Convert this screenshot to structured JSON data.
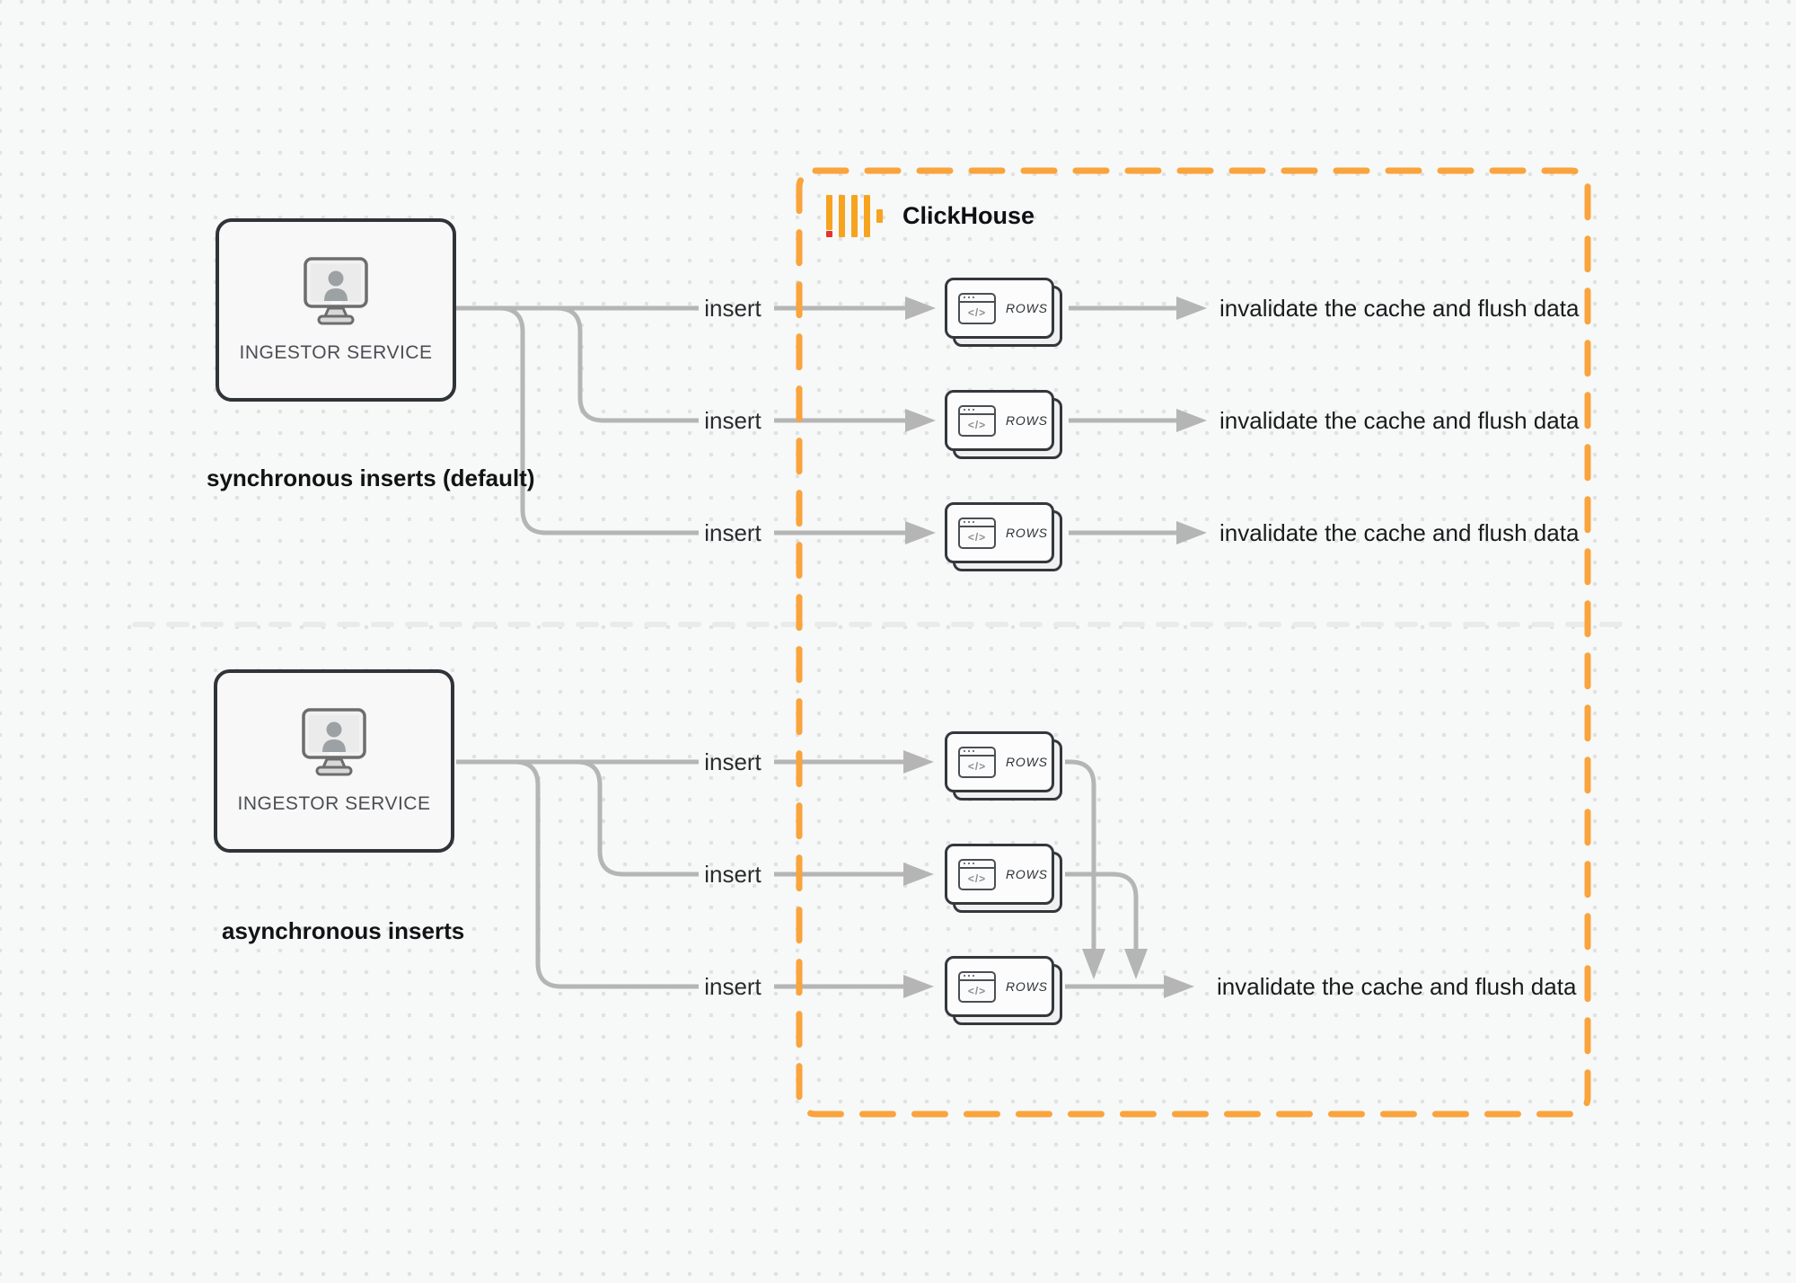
{
  "clickhouse": {
    "title": "ClickHouse"
  },
  "rows_card_glyph": "</>",
  "sync": {
    "section_label": "synchronous inserts (default)",
    "service_label": "INGESTOR SERVICE",
    "rows": [
      {
        "insert": "insert",
        "card": "ROWS",
        "result": "invalidate the cache and flush data"
      },
      {
        "insert": "insert",
        "card": "ROWS",
        "result": "invalidate the cache and flush data"
      },
      {
        "insert": "insert",
        "card": "ROWS",
        "result": "invalidate the cache and flush data"
      }
    ]
  },
  "async": {
    "section_label": "asynchronous inserts",
    "service_label": "INGESTOR SERVICE",
    "rows": [
      {
        "insert": "insert",
        "card": "ROWS"
      },
      {
        "insert": "insert",
        "card": "ROWS"
      },
      {
        "insert": "insert",
        "card": "ROWS"
      }
    ],
    "result": "invalidate the cache and flush data"
  },
  "theme": {
    "accent_orange": "#F9A43C",
    "logo_gold": "#F6A41F",
    "logo_red": "#E5332D",
    "arrow_gray": "#B5B5B5",
    "ink": "#1B1B1D",
    "card_border": "#33383C",
    "muted_text": "#4B4E52",
    "background": "#F7F8F8",
    "dot": "#E0E1E1",
    "divider": "#E9EAEA"
  }
}
